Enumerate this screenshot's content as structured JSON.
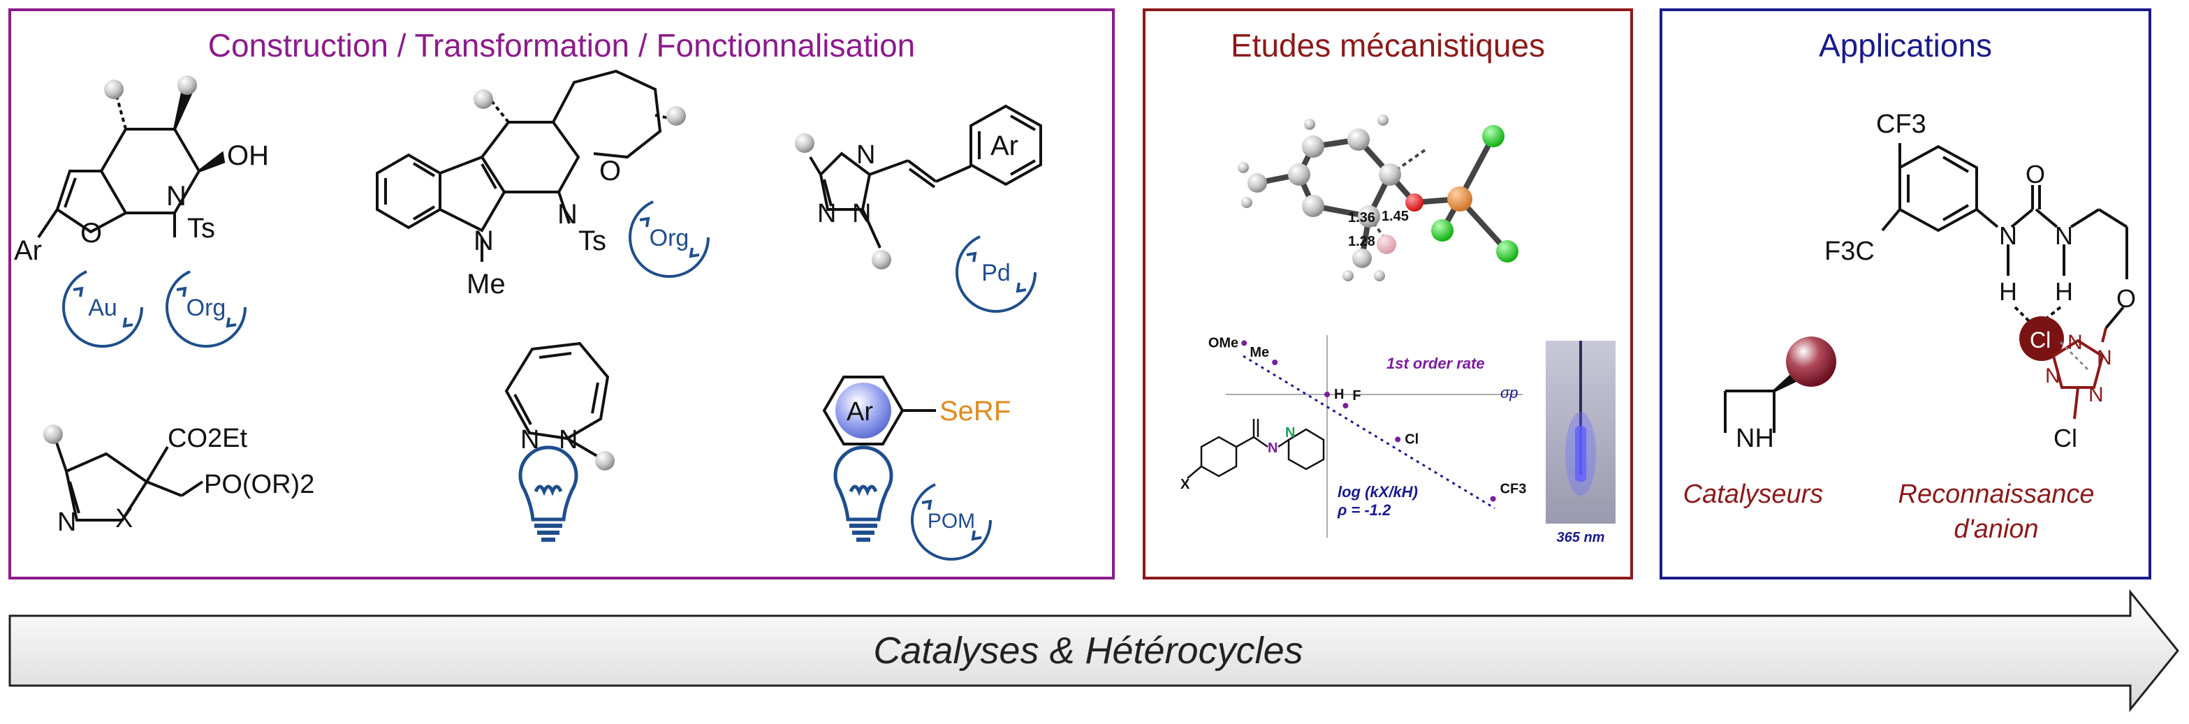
{
  "colors": {
    "purple": "#8B1C8B",
    "darkred": "#8B1A1A",
    "navy": "#1A1A8C",
    "catalyst_blue": "#1F4E8C",
    "orange": "#E08A1E",
    "red_RF": "#CC2200",
    "plot_purple": "#7A1E9C",
    "plot_blue": "#1A1A8C"
  },
  "panels": {
    "construction": {
      "title": "Construction / Transformation / Fonctionnalisation",
      "structure_labels": {
        "oh": "OH",
        "ts1": "Ts",
        "n1": "N",
        "ar1": "Ar",
        "o1": "O",
        "o2": "O",
        "ts2": "Ts",
        "n2a": "N",
        "n2b": "N",
        "me": "Me",
        "triazole_n1": "N",
        "triazole_n2": "N",
        "triazole_n3": "N",
        "ar3": "Ar",
        "co2et": "CO2Et",
        "pooR2": "PO(OR)2",
        "n4": "N",
        "x4": "X",
        "n5a": "N",
        "n5b": "N",
        "ar6": "Ar",
        "seRF": "SeRF"
      },
      "catalysts": [
        {
          "label": "Au",
          "icon": "cycle-arrows-icon"
        },
        {
          "label": "Org",
          "icon": "cycle-arrows-icon"
        },
        {
          "label": "Org",
          "icon": "cycle-arrows-icon"
        },
        {
          "label": "Pd",
          "icon": "cycle-arrows-icon"
        },
        {
          "label": "POM",
          "icon": "cycle-arrows-icon"
        }
      ],
      "light_icons": [
        "lightbulb-icon",
        "lightbulb-icon"
      ]
    },
    "mechanistic": {
      "title": "Etudes mécanistiques",
      "distances": [
        "1.36",
        "1.45",
        "1.28"
      ],
      "hammett": {
        "title": "1st order rate",
        "sigma_label": "σp",
        "equation": "log (kX/kH)",
        "rho": "ρ = -1.2",
        "substituents": [
          "OMe",
          "Me",
          "H",
          "F",
          "Cl",
          "CF3"
        ],
        "x_label": "X"
      },
      "photo_caption": "365 nm"
    },
    "applications": {
      "title": "Applications",
      "labels": {
        "cf3_top": "CF3",
        "f3c": "F3C",
        "o_urea": "O",
        "n_left": "N",
        "n_right": "N",
        "h_left": "H",
        "h_right": "H",
        "o_ether": "O",
        "chloride": "Cl",
        "tz_n1": "N",
        "tz_n2": "N",
        "tz_n3": "N",
        "tz_n4": "N",
        "tz_cl": "Cl",
        "azetidine_nh": "NH"
      },
      "captions": {
        "catalysts": "Catalyseurs",
        "anion_1": "Reconnaissance",
        "anion_2": "d'anion"
      }
    }
  },
  "footer_arrow": {
    "label": "Catalyses & Hétérocycles"
  },
  "chart_data": {
    "type": "scatter",
    "title": "1st order rate",
    "xlabel": "σp",
    "ylabel": "log (kX/kH)",
    "annotation": "ρ = -1.2",
    "categories": [
      "OMe",
      "Me",
      "H",
      "F",
      "Cl",
      "CF3"
    ],
    "x": [
      -0.27,
      -0.17,
      0.0,
      0.06,
      0.23,
      0.54
    ],
    "y": [
      0.32,
      0.2,
      0.0,
      -0.07,
      -0.28,
      -0.65
    ]
  }
}
